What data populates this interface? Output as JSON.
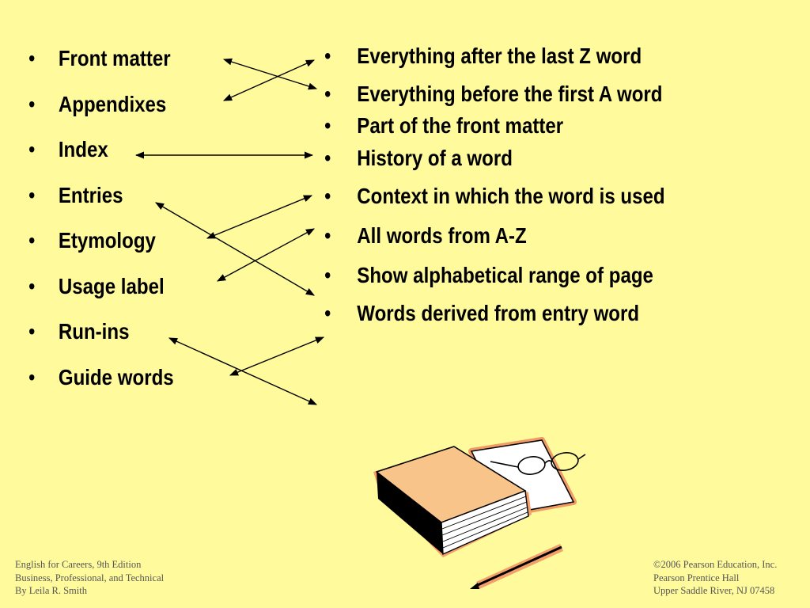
{
  "left_terms": [
    "Front matter",
    "Appendixes",
    "Index",
    "Entries",
    "Etymology",
    "Usage label",
    "Run-ins",
    "Guide words"
  ],
  "right_definitions": [
    "Everything after the last Z word",
    "Everything before the first A word",
    "Part of the front matter",
    "History of a word",
    "Context in which the word is used",
    "All words from A-Z",
    "Show alphabetical range of page",
    "Words derived from entry word"
  ],
  "bullet": "•",
  "footer_left": [
    "English for Careers, 9th Edition",
    "Business, Professional, and Technical",
    "By Leila R. Smith"
  ],
  "footer_right": [
    "©2006 Pearson Education, Inc.",
    "Pearson Prentice Hall",
    "Upper Saddle River, NJ 07458"
  ],
  "colors": {
    "background": "#FFFA9C",
    "book_cover": "#F9C48A",
    "book_glow": "#F4A06A"
  }
}
